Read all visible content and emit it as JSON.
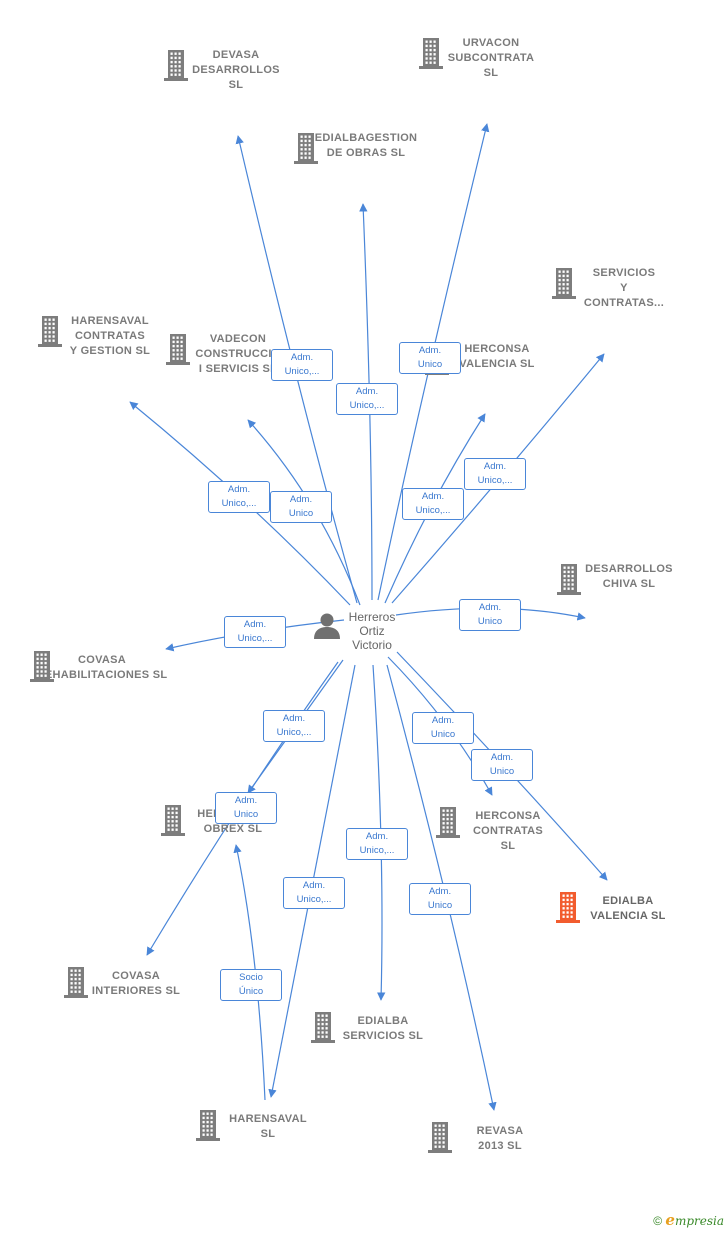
{
  "colors": {
    "edge": "#4a86d8",
    "node": "#7d7d7d",
    "highlight": "#f25c2e",
    "person": "#707070"
  },
  "person": {
    "name": "Herreros\nOrtiz\nVictorio",
    "icon": "person-icon"
  },
  "nodes": [
    {
      "id": "devasa",
      "label": "DEVASA\nDESARROLLOS\nSL",
      "icon": "building-icon"
    },
    {
      "id": "urvacon",
      "label": "URVACON\nSUBCONTRATA\nSL",
      "icon": "building-icon"
    },
    {
      "id": "edialbagestion",
      "label": "EDIALBAGESTION\nDE OBRAS  SL",
      "icon": "building-icon"
    },
    {
      "id": "servicios",
      "label": "SERVICIOS\nY\nCONTRATAS...",
      "icon": "building-icon"
    },
    {
      "id": "harensaval_contratas",
      "label": "HARENSAVAL\nCONTRATAS\nY GESTION  SL",
      "icon": "building-icon"
    },
    {
      "id": "vadecon",
      "label": "VADECON\nCONSTRUCCIO\nI SERVICIS  SL",
      "icon": "building-icon"
    },
    {
      "id": "herconsa_valencia",
      "label": "HERCONSA\nVALENCIA  SL",
      "icon": "building-icon"
    },
    {
      "id": "desarrollos_chiva",
      "label": "DESARROLLOS\nCHIVA  SL",
      "icon": "building-icon"
    },
    {
      "id": "covasa_rehab",
      "label": "COVASA\nREHABILITACIONES SL",
      "icon": "building-icon"
    },
    {
      "id": "herconval",
      "label": "HERCONVAL\nOBREX  SL",
      "icon": "building-icon"
    },
    {
      "id": "herconsa_contratas",
      "label": "HERCONSA\nCONTRATAS\nSL",
      "icon": "building-icon"
    },
    {
      "id": "edialba_valencia",
      "label": "EDIALBA\nVALENCIA  SL",
      "icon": "building-icon",
      "highlight": true
    },
    {
      "id": "covasa_interiores",
      "label": "COVASA\nINTERIORES SL",
      "icon": "building-icon"
    },
    {
      "id": "edialba_servicios",
      "label": "EDIALBA\nSERVICIOS  SL",
      "icon": "building-icon"
    },
    {
      "id": "harensaval",
      "label": "HARENSAVAL\nSL",
      "icon": "building-icon"
    },
    {
      "id": "revasa",
      "label": "REVASA\n2013 SL",
      "icon": "building-icon"
    }
  ],
  "edges": [
    {
      "from": "person",
      "to": "devasa",
      "label": "Adm.\nUnico,..."
    },
    {
      "from": "person",
      "to": "edialbagestion",
      "label": "Adm.\nUnico,..."
    },
    {
      "from": "person",
      "to": "urvacon",
      "label": "Adm.\nUnico"
    },
    {
      "from": "person",
      "to": "servicios",
      "label": "Adm.\nUnico,..."
    },
    {
      "from": "person",
      "to": "harensaval_contratas",
      "label": "Adm.\nUnico,..."
    },
    {
      "from": "person",
      "to": "vadecon",
      "label": "Adm.\nUnico"
    },
    {
      "from": "person",
      "to": "herconsa_valencia",
      "label": "Adm.\nUnico,..."
    },
    {
      "from": "person",
      "to": "desarrollos_chiva",
      "label": "Adm.\nUnico"
    },
    {
      "from": "person",
      "to": "covasa_rehab",
      "label": "Adm.\nUnico,..."
    },
    {
      "from": "person",
      "to": "herconval",
      "label": "Adm.\nUnico,..."
    },
    {
      "from": "person",
      "to": "covasa_interiores",
      "label": "Adm.\nUnico"
    },
    {
      "from": "person",
      "to": "herconsa_contratas",
      "label": "Adm.\nUnico"
    },
    {
      "from": "person",
      "to": "edialba_valencia",
      "label": "Adm.\nUnico"
    },
    {
      "from": "person",
      "to": "edialba_servicios",
      "label": "Adm.\nUnico,..."
    },
    {
      "from": "person",
      "to": "harensaval",
      "label": "Adm.\nUnico,..."
    },
    {
      "from": "harensaval",
      "to": "herconval",
      "label": "Socio\nÚnico"
    },
    {
      "from": "person",
      "to": "revasa",
      "label": "Adm.\nUnico"
    }
  ],
  "footer": {
    "copyright": "©",
    "brand_first": "e",
    "brand_rest": "mpresia"
  }
}
